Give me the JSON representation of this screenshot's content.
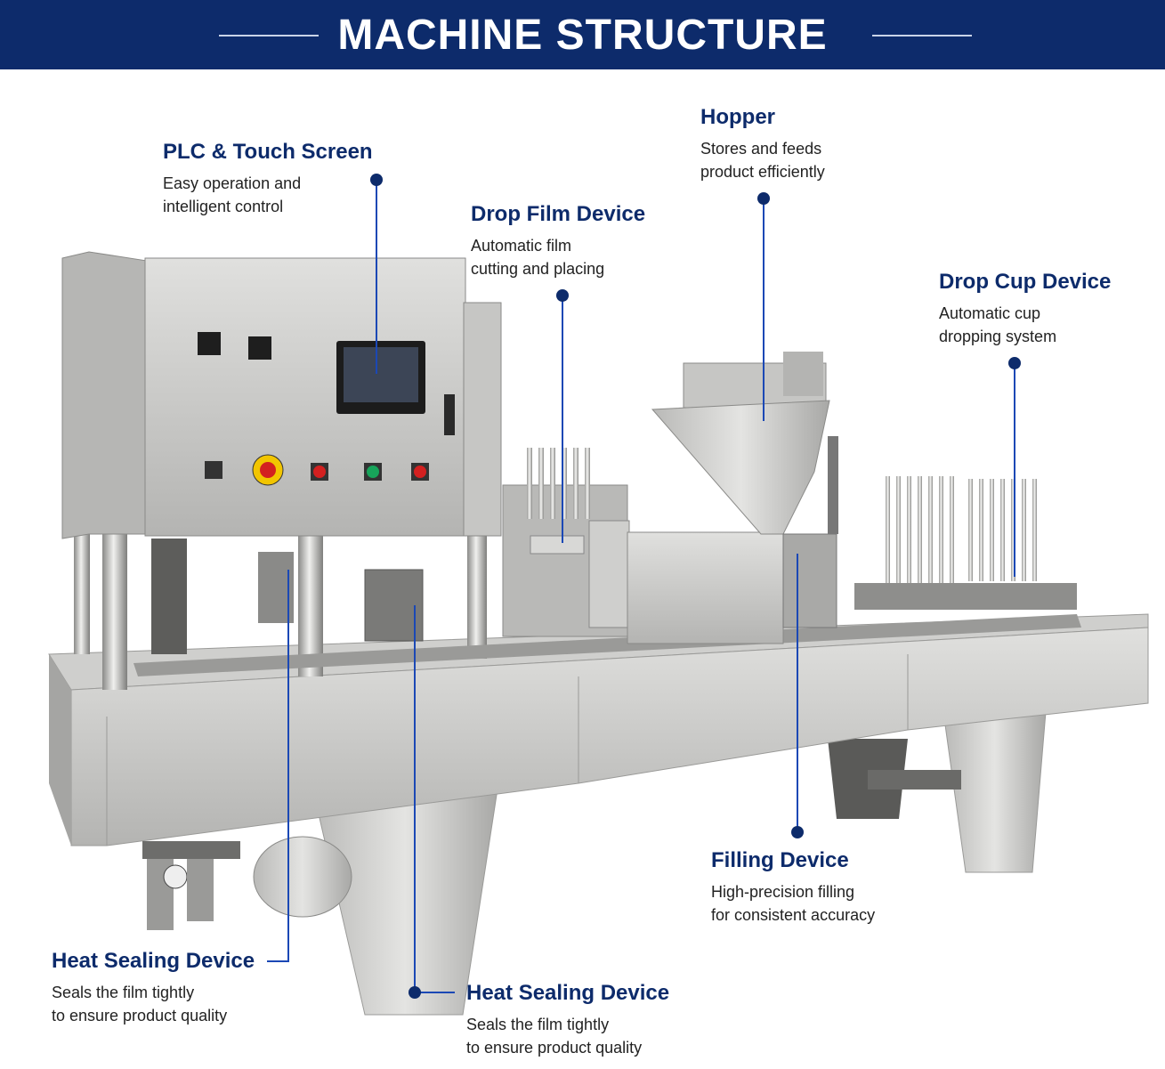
{
  "header": {
    "title": "MACHINE STRUCTURE"
  },
  "callouts": [
    {
      "id": "plc",
      "title": "PLC & Touch Screen",
      "description": [
        "Easy operation and",
        "intelligent control"
      ]
    },
    {
      "id": "drop_film",
      "title": "Drop Film Device",
      "description": [
        "Automatic film",
        "cutting and placing"
      ]
    },
    {
      "id": "hopper",
      "title": "Hopper",
      "description": [
        "Stores and feeds",
        "product efficiently"
      ]
    },
    {
      "id": "drop_cup",
      "title": "Drop Cup Device",
      "description": [
        "Automatic cup",
        "dropping system"
      ]
    },
    {
      "id": "filling",
      "title": "Filling Device",
      "description": [
        "High-precision filling",
        "for consistent accuracy"
      ]
    },
    {
      "id": "heat_seal_left",
      "title": "Heat Sealing Device",
      "description": [
        "Seals the film tightly",
        "to ensure product quality"
      ]
    },
    {
      "id": "heat_seal_right",
      "title": "Heat Sealing Device",
      "description": [
        "Seals the film tightly",
        "to ensure product quality"
      ]
    }
  ],
  "colors": {
    "banner": "#0d2b6b",
    "accent_text": "#0d2b6b",
    "leader_line": "#1b48b5",
    "steel_light": "#d6d6d4",
    "steel_dark": "#8e8e8c"
  }
}
